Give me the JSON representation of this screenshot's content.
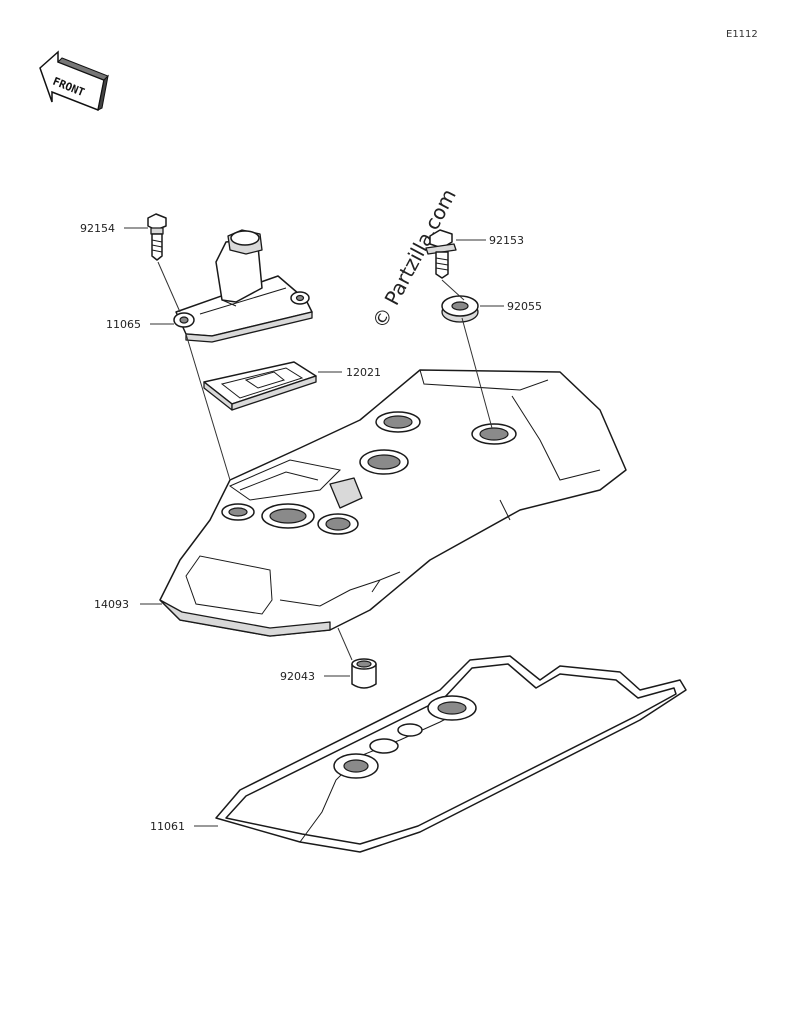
{
  "diagram": {
    "ref_code": "E1112",
    "front_label": "FRONT",
    "watermark": "© Partzilla.com",
    "parts": [
      {
        "number": "92154"
      },
      {
        "number": "11065"
      },
      {
        "number": "12021"
      },
      {
        "number": "92153"
      },
      {
        "number": "92055"
      },
      {
        "number": "14093"
      },
      {
        "number": "92043"
      },
      {
        "number": "11061"
      }
    ]
  }
}
